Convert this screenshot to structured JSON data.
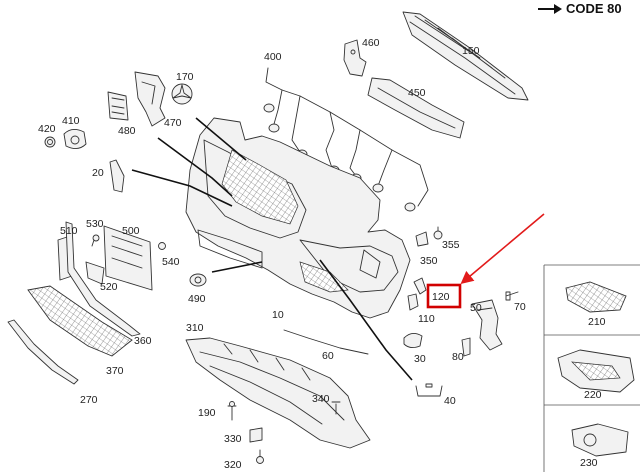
{
  "header": {
    "code_text": "CODE 80"
  },
  "labels": {
    "p10": "10",
    "p20": "20",
    "p30": "30",
    "p40": "40",
    "p50": "50",
    "p60": "60",
    "p70": "70",
    "p80": "80",
    "p110": "110",
    "p120": "120",
    "p150": "150",
    "p170": "170",
    "p190": "190",
    "p210": "210",
    "p220": "220",
    "p230": "230",
    "p270": "270",
    "p310": "310",
    "p320": "320",
    "p330": "330",
    "p340": "340",
    "p350": "350",
    "p355": "355",
    "p360": "360",
    "p370": "370",
    "p400": "400",
    "p410": "410",
    "p420": "420",
    "p450": "450",
    "p460": "460",
    "p470": "470",
    "p480": "480",
    "p490": "490",
    "p500": "500",
    "p510": "510",
    "p520": "520",
    "p530": "530",
    "p540": "540"
  },
  "highlight": {
    "part": "120",
    "color": "#d10000"
  },
  "colors": {
    "accent_arrow": "#e21b1b",
    "line": "#333333"
  }
}
